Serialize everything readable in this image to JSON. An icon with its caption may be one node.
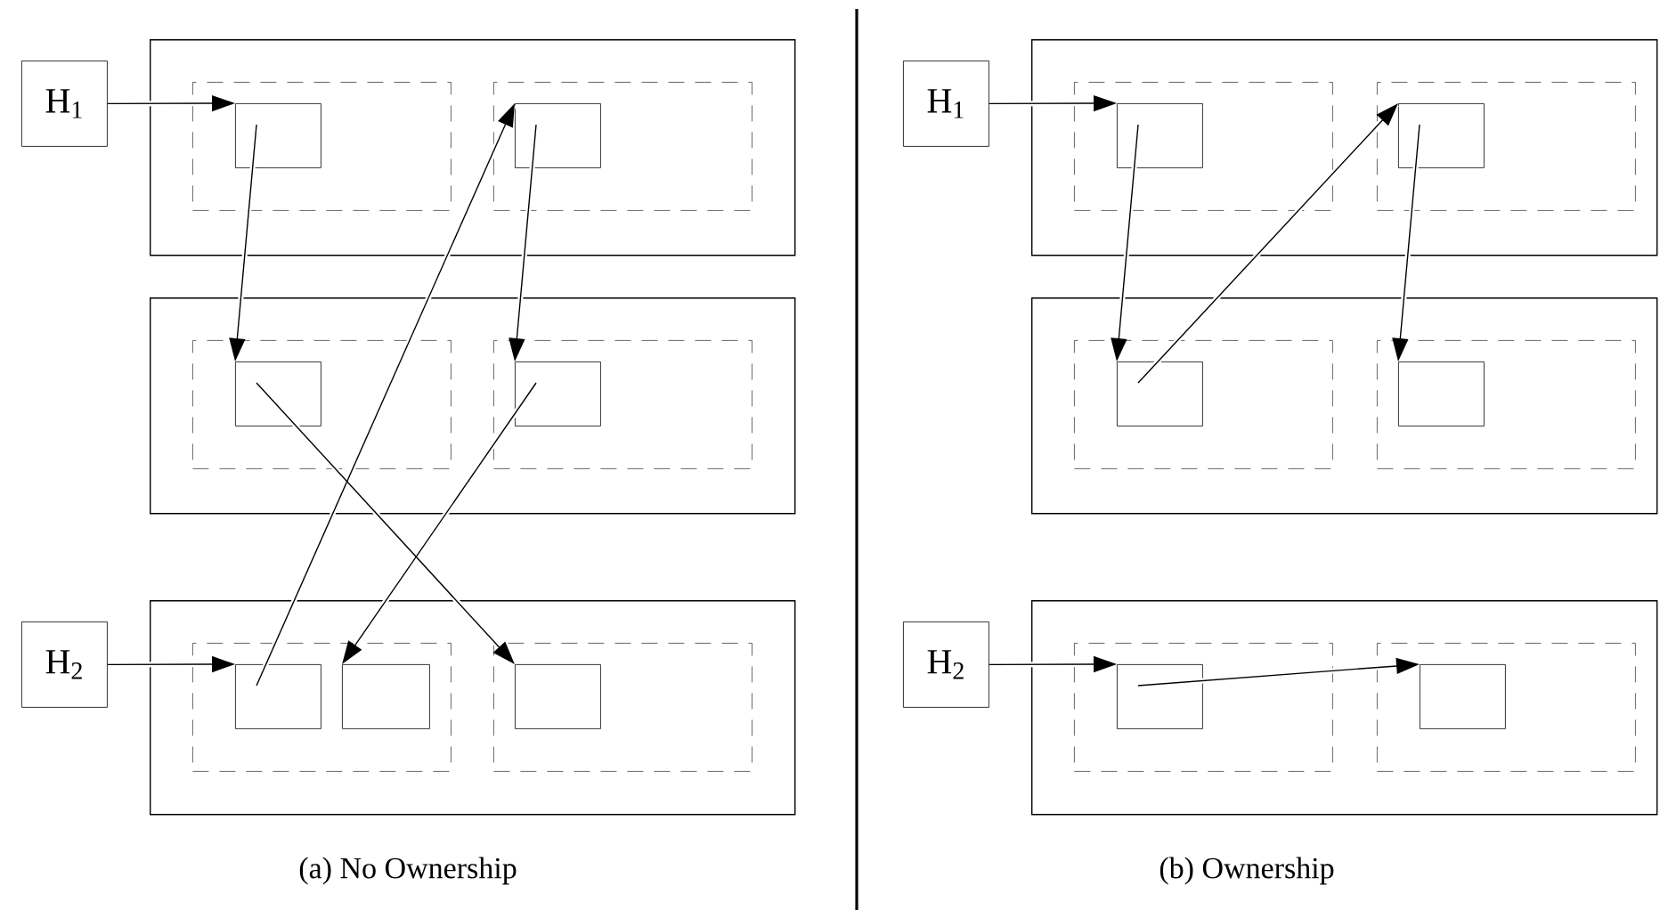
{
  "diagram": {
    "nodes": [
      {
        "text": [
          "H$_{1}$"
        ]
      },
      {
        "text": [],
        "shape": "box"
      },
      {
        "text": [],
        "shape": "box",
        "in": 1
      },
      {
        "text": [],
        "shape": "box",
        "in": 2
      },
      {
        "text": [],
        "shape": "box",
        "in": 1
      },
      {
        "text": [],
        "shape": "box",
        "in": 4
      },
      {
        "text": [],
        "shape": "box"
      },
      {
        "text": [],
        "shape": "box",
        "in": 6
      },
      {
        "text": [],
        "shape": "box",
        "in": 7
      },
      {
        "text": [],
        "shape": "box",
        "in": 6
      },
      {
        "text": [],
        "shape": "box",
        "in": 9
      },
      {
        "text": [
          "H$_{2}$"
        ]
      },
      {
        "text": [],
        "shape": "box"
      },
      {
        "text": [],
        "shape": "box",
        "in": 12
      },
      {
        "text": [],
        "shape": "box",
        "in": 13
      },
      {
        "text": [],
        "shape": "box",
        "in": 13
      },
      {
        "text": [],
        "shape": "box",
        "in": 12
      },
      {
        "text": [],
        "shape": "box",
        "in": 16
      },
      {
        "text": [
          "H$_{1}$"
        ]
      },
      {
        "text": [],
        "shape": "box"
      },
      {
        "text": [],
        "shape": "box",
        "in": 19
      },
      {
        "text": [],
        "shape": "box",
        "in": 20
      },
      {
        "text": [],
        "shape": "box",
        "in": 19
      },
      {
        "text": [],
        "shape": "box",
        "in": 22
      },
      {
        "text": [],
        "shape": "box"
      },
      {
        "text": [],
        "shape": "box",
        "in": 24
      },
      {
        "text": [],
        "shape": "box",
        "in": 25
      },
      {
        "text": [],
        "shape": "box",
        "in": 24
      },
      {
        "text": [],
        "shape": "box",
        "in": 27
      },
      {
        "text": [
          "H$_{2}$"
        ]
      },
      {
        "text": [],
        "shape": "box"
      },
      {
        "text": [],
        "shape": "box",
        "in": 30
      },
      {
        "text": [],
        "shape": "box",
        "in": 31
      },
      {
        "text": [],
        "shape": "box",
        "in": 30
      },
      {
        "text": [],
        "shape": "box",
        "in": 33
      }
    ],
    "edges": [
      {
        "from": 0,
        "to": 3,
        "arrow": "to"
      },
      {
        "from": 3,
        "to": 8,
        "arrow": "to"
      },
      {
        "from": 5,
        "to": 10,
        "arrow": "to"
      },
      {
        "from": 14,
        "to": 5,
        "arrow": "to"
      },
      {
        "from": 10,
        "to": 15,
        "arrow": "to"
      },
      {
        "from": 8,
        "to": 17,
        "arrow": "to"
      },
      {
        "from": 11,
        "to": 14,
        "arrow": "to"
      },
      {
        "from": 18,
        "to": 21,
        "arrow": "to"
      },
      {
        "from": 21,
        "to": 26,
        "arrow": "to"
      },
      {
        "from": 23,
        "to": 28,
        "arrow": "to"
      },
      {
        "from": 26,
        "to": 23,
        "arrow": "to"
      },
      {
        "from": 29,
        "to": 32,
        "arrow": "to"
      },
      {
        "from": 32,
        "to": 34,
        "arrow": "to"
      }
    ],
    "labels": [
      "(a) No Ownership",
      "(b) Ownership"
    ]
  }
}
